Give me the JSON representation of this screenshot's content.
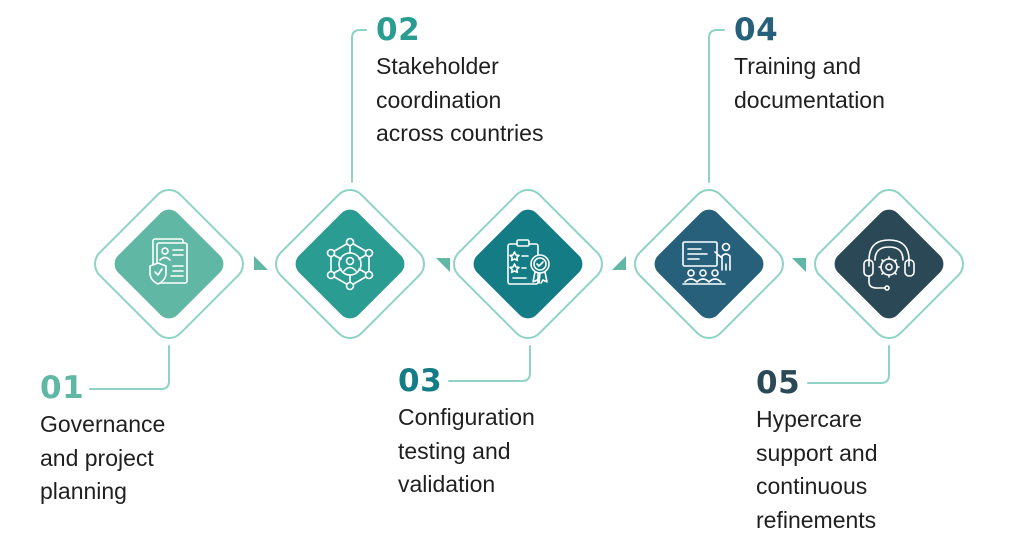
{
  "steps": [
    {
      "number": "01",
      "lines": [
        "Governance",
        "and project",
        "planning"
      ],
      "icon": "governance-document-shield-icon",
      "color": "#5fb7a4"
    },
    {
      "number": "02",
      "lines": [
        "Stakeholder",
        "coordination",
        "across countries"
      ],
      "icon": "stakeholder-network-icon",
      "color": "#2a9c92"
    },
    {
      "number": "03",
      "lines": [
        "Configuration",
        "testing and",
        "validation"
      ],
      "icon": "testing-clipboard-checklist-icon",
      "color": "#137c84"
    },
    {
      "number": "04",
      "lines": [
        "Training and",
        "documentation"
      ],
      "icon": "training-presentation-icon",
      "color": "#26607a"
    },
    {
      "number": "05",
      "lines": [
        "Hypercare",
        "support and",
        "continuous",
        "refinements"
      ],
      "icon": "support-headset-gear-icon",
      "color": "#2b4856"
    }
  ],
  "outline_color": "#8fd3c4"
}
